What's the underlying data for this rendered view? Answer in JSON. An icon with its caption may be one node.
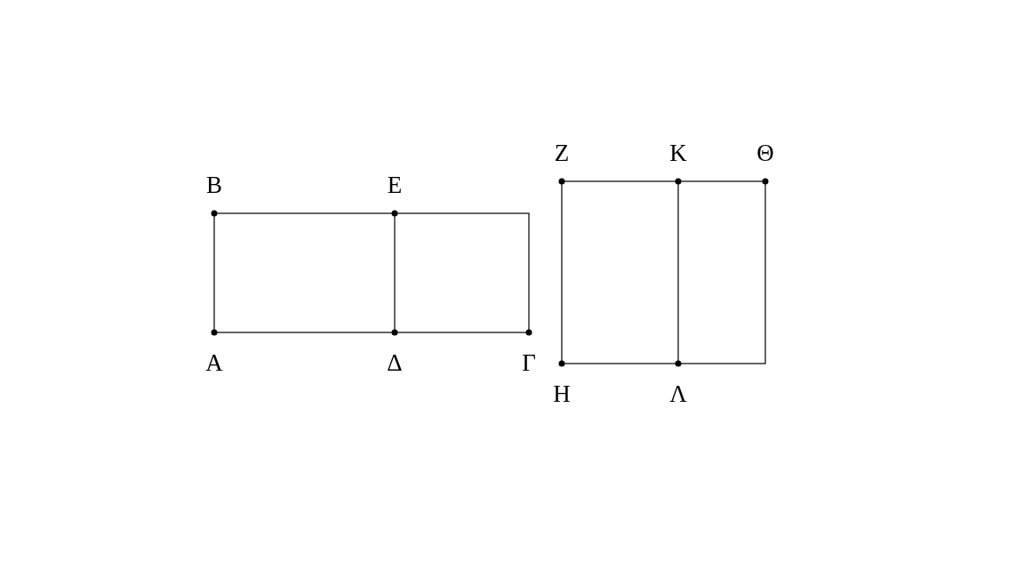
{
  "diagram": {
    "labels": [
      "Β",
      "Ε",
      "Α",
      "Δ",
      "Γ",
      "Ζ",
      "Κ",
      "Θ",
      "Η",
      "Λ"
    ]
  }
}
